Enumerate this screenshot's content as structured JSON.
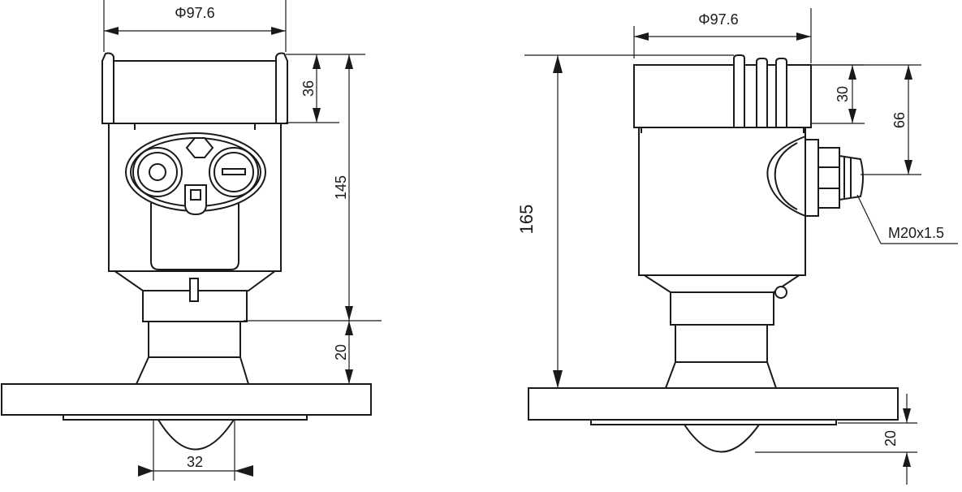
{
  "diagram": {
    "front_view": {
      "diameter_label": "Φ97.6",
      "height_cap_label": "36",
      "height_body_label": "145",
      "height_horn_label": "20",
      "lens_width_label": "32"
    },
    "side_view": {
      "diameter_label": "Φ97.6",
      "height_cap_label": "30",
      "height_gland_label": "66",
      "height_total_label": "165",
      "gland_thread_label": "M20x1.5",
      "lens_depth_label": "20"
    }
  }
}
